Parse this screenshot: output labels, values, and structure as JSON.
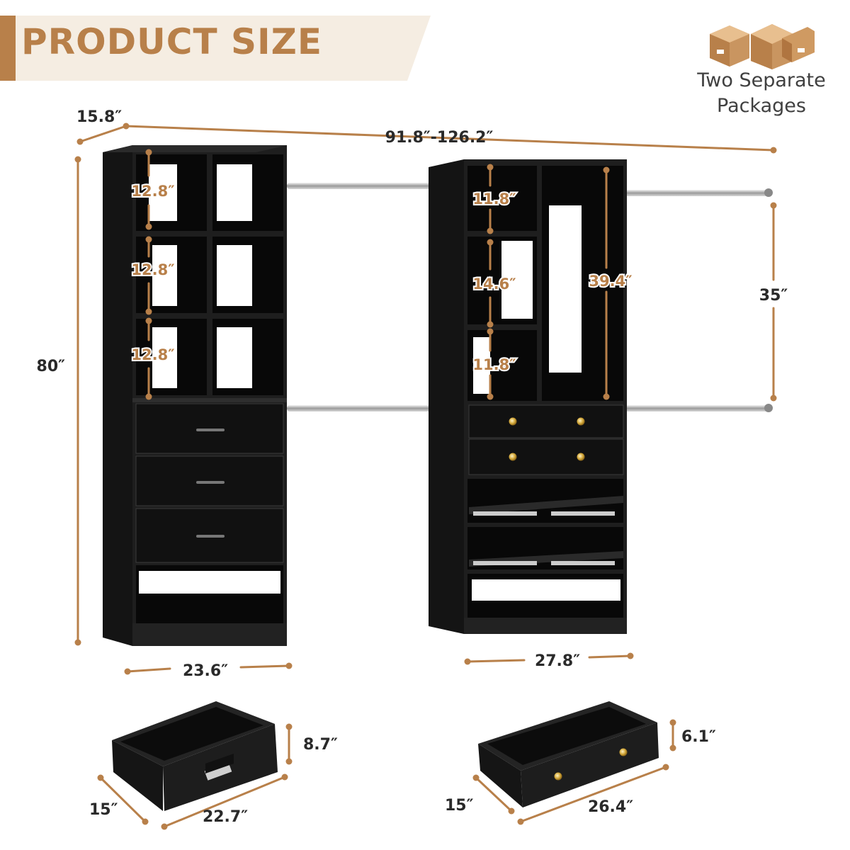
{
  "banner": {
    "title": "PRODUCT SIZE"
  },
  "packages": {
    "line1": "Two Separate",
    "line2": "Packages",
    "icon": "boxes-icon"
  },
  "overall": {
    "depth": "15.8″",
    "width_range": "91.8″-126.2″",
    "height": "80″"
  },
  "left_tower": {
    "cube_heights": [
      "12.8″",
      "12.8″",
      "12.8″"
    ],
    "width": "23.6″",
    "drawer": {
      "height": "8.7″",
      "depth": "15″",
      "width": "22.7″"
    }
  },
  "right_tower": {
    "upper_shelf": "11.8″",
    "middle_shelf": "14.6″",
    "lower_shelf": "11.8″",
    "hanging_height": "39.4″",
    "width": "27.8″",
    "drawer": {
      "height": "6.1″",
      "depth": "15″",
      "width": "26.4″"
    }
  },
  "rod_spacing": "35″",
  "colors": {
    "accent": "#b8804a",
    "banner_bg": "#f5ede2",
    "furniture": "#1c1c1c",
    "text_dark": "#2a2a2a"
  }
}
